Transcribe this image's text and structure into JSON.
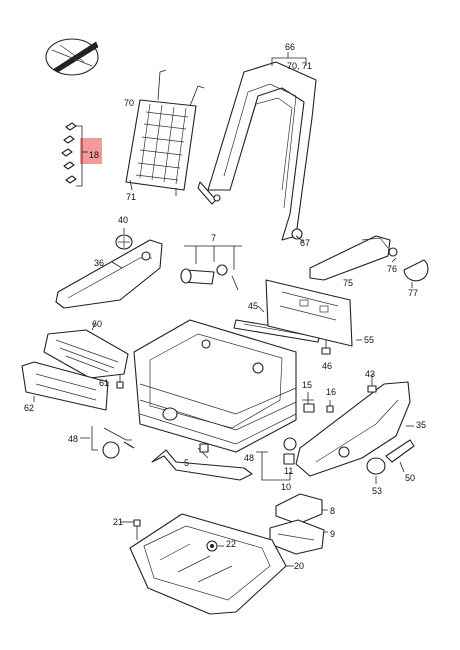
{
  "callouts": {
    "c18": "18",
    "c20": "20",
    "c21": "21",
    "c22": "22",
    "c35": "35",
    "c36": "36",
    "c40": "40",
    "c43": "43",
    "c45": "45",
    "c46": "46",
    "c48a": "48",
    "c48b": "48",
    "c5": "5",
    "c7": "7",
    "c8": "8",
    "c9": "9",
    "c10": "10",
    "c11": "11",
    "c15": "15",
    "c16": "16",
    "c50": "50",
    "c53": "53",
    "c55": "55",
    "c60": "60",
    "c61": "61",
    "c62": "62",
    "c66": "66",
    "c67": "67",
    "c70": "70",
    "c7071": "70, 71",
    "c71": "71",
    "c75": "75",
    "c76": "76",
    "c77": "77"
  },
  "colors": {
    "highlight": "#f08a8a",
    "line": "#222222"
  },
  "icons": {
    "logo": "crossed-pencil-emblem-icon"
  }
}
